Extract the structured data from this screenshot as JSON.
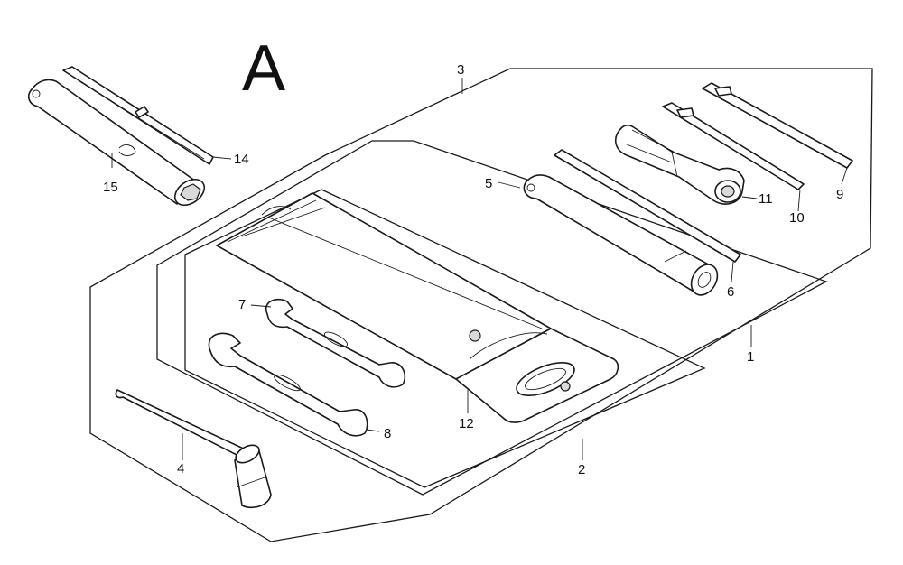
{
  "section_letter": "A",
  "callouts": {
    "c1": "1",
    "c2": "2",
    "c3": "3",
    "c4": "4",
    "c5": "5",
    "c6": "6",
    "c7": "7",
    "c8": "8",
    "c9": "9",
    "c10": "10",
    "c11": "11",
    "c12": "12",
    "c14": "14",
    "c15": "15"
  },
  "colors": {
    "ink": "#1a1a1a",
    "background": "#ffffff",
    "shade": "#d9d9d9"
  }
}
